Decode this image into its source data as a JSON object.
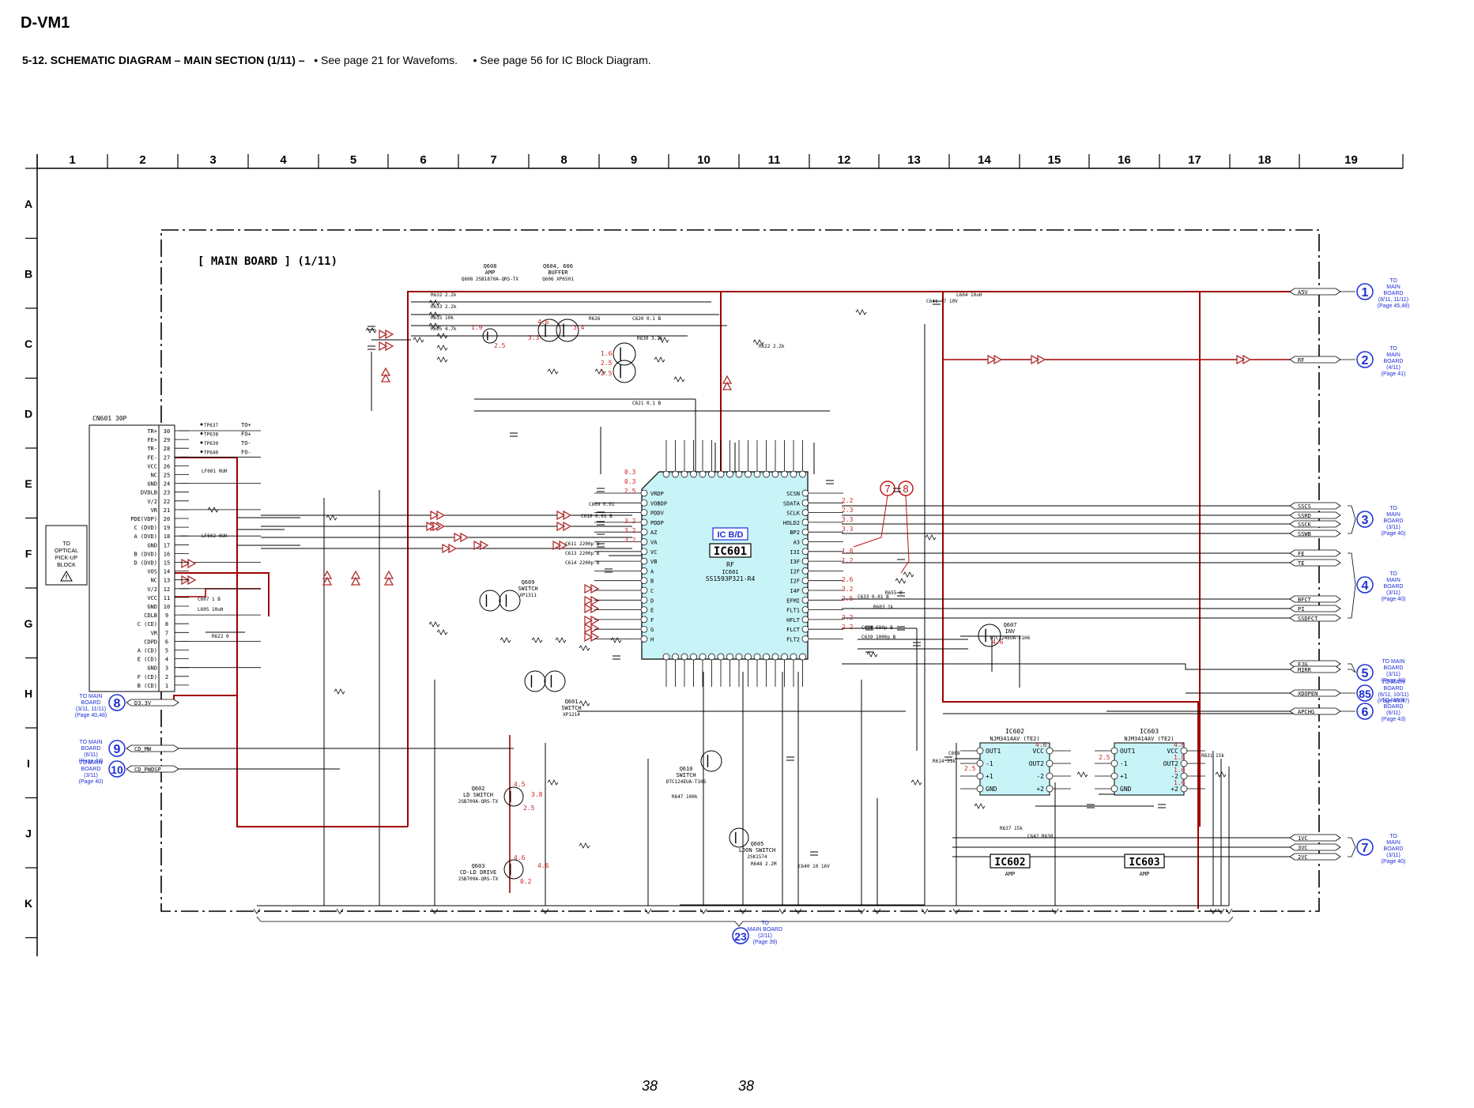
{
  "model": "D-VM1",
  "section_title": "5-12. SCHEMATIC DIAGRAM  – MAIN SECTION (1/11) –",
  "notes": [
    "• See page 21 for Wavefoms.",
    "• See page 56 for IC Block Diagram."
  ],
  "columns": [
    "1",
    "2",
    "3",
    "4",
    "5",
    "6",
    "7",
    "8",
    "9",
    "10",
    "11",
    "12",
    "13",
    "14",
    "15",
    "16",
    "17",
    "18",
    "19"
  ],
  "rows": [
    "A",
    "B",
    "C",
    "D",
    "E",
    "F",
    "G",
    "H",
    "I",
    "J",
    "K"
  ],
  "board_label": "[ MAIN BOARD ] (1/11)",
  "cn601": {
    "label": "CN601 30P",
    "pins": [
      {
        "n": "30",
        "name": "TR+"
      },
      {
        "n": "29",
        "name": "FE+"
      },
      {
        "n": "28",
        "name": "TR-"
      },
      {
        "n": "27",
        "name": "FE-"
      },
      {
        "n": "26",
        "name": "VCC"
      },
      {
        "n": "25",
        "name": "NC"
      },
      {
        "n": "24",
        "name": "GND"
      },
      {
        "n": "23",
        "name": "DVDLB"
      },
      {
        "n": "22",
        "name": "V/2"
      },
      {
        "n": "21",
        "name": "VR"
      },
      {
        "n": "20",
        "name": "PDE(VDP)"
      },
      {
        "n": "19",
        "name": "C (DVD)"
      },
      {
        "n": "18",
        "name": "A (DVD)"
      },
      {
        "n": "17",
        "name": "GND"
      },
      {
        "n": "16",
        "name": "B (DVD)"
      },
      {
        "n": "15",
        "name": "D (DVD)"
      },
      {
        "n": "14",
        "name": "VOS"
      },
      {
        "n": "13",
        "name": "NC"
      },
      {
        "n": "12",
        "name": "V/2"
      },
      {
        "n": "11",
        "name": "VCC"
      },
      {
        "n": "10",
        "name": "GND"
      },
      {
        "n": "9",
        "name": "CDLB"
      },
      {
        "n": "8",
        "name": "C (CD)"
      },
      {
        "n": "7",
        "name": "VR"
      },
      {
        "n": "6",
        "name": "CDPD"
      },
      {
        "n": "5",
        "name": "A (CD)"
      },
      {
        "n": "4",
        "name": "E (CD)"
      },
      {
        "n": "3",
        "name": "GND"
      },
      {
        "n": "2",
        "name": "F (CD)"
      },
      {
        "n": "1",
        "name": "B (CD)"
      }
    ]
  },
  "pickup_box": [
    "TO",
    "OPTICAL",
    "PICK-UP",
    "BLOCK"
  ],
  "tp_labels": [
    [
      "TP637",
      "TO+"
    ],
    [
      "TP638",
      "FO+"
    ],
    [
      "TP639",
      "TO-"
    ],
    [
      "TP640",
      "FO-"
    ]
  ],
  "ic601": {
    "tag": "IC B/D",
    "name": "IC601",
    "function": "RF",
    "part_ref": "IC601",
    "part": "SS1593P321-R4",
    "pins_left": [
      "VRDP",
      "VOBDP",
      "PDDV",
      "PDDP",
      "AZ",
      "VA",
      "VC",
      "VB",
      "A",
      "B",
      "C",
      "D",
      "E",
      "F",
      "G",
      "H"
    ],
    "pins_right": [
      "SCSN",
      "SDATA",
      "SCLK",
      "HOLD2",
      "BP2",
      "A3",
      "I3I",
      "I3F",
      "I2F",
      "I2F",
      "I4F",
      "EFMI",
      "FLT1",
      "HFLT",
      "FLCT",
      "FLT2"
    ]
  },
  "ic602": {
    "name": "IC602",
    "part": "NJM3414AV (TE2)",
    "function": "AMP",
    "pins_left": [
      "OUT1",
      "-1",
      "+1",
      "GND"
    ],
    "pins_right": [
      "VCC",
      "OUT2",
      "-2",
      "+2"
    ]
  },
  "ic603": {
    "name": "IC603",
    "part": "NJM3414AV (TE2)",
    "function": "AMP",
    "pins_left": [
      "OUT1",
      "-1",
      "+1",
      "GND"
    ],
    "pins_right": [
      "VCC",
      "OUT2",
      "-2",
      "+2"
    ]
  },
  "transistors": [
    {
      "ref": "Q608",
      "desc": "AMP",
      "part": "Q608 2SB1870A-QRS-TX"
    },
    {
      "ref": "Q604, 606",
      "desc": "BUFFER",
      "part": "Q606 XP6501"
    },
    {
      "ref": "Q609",
      "desc": "SWITCH",
      "part": "XP1311"
    },
    {
      "ref": "Q601",
      "desc": "SWITCH",
      "part": "XP1214"
    },
    {
      "ref": "Q602",
      "desc": "LD SWITCH",
      "part": "2SB709A-QRS-TX"
    },
    {
      "ref": "Q603",
      "desc": "CD-LD DRIVE",
      "part": "2SB709A-QRS-TX"
    },
    {
      "ref": "Q610",
      "desc": "SWITCH",
      "part": "DTC124EUA-T106"
    },
    {
      "ref": "Q605",
      "desc": "LDON SWITCH",
      "part": "2SK1574"
    },
    {
      "ref": "Q607",
      "desc": "INV",
      "part": "DTC124EUA-T106"
    }
  ],
  "connectors_right": [
    {
      "num": "1",
      "signal": "A5V",
      "text": [
        "TO",
        "MAIN",
        "BOARD",
        "(8/11, 11/11)",
        "(Page 45,48)"
      ]
    },
    {
      "num": "2",
      "signal": "RF",
      "text": [
        "TO",
        "MAIN",
        "BOARD",
        "(4/11)",
        "(Page 41)"
      ]
    },
    {
      "num": "3",
      "signals": [
        "SSCS",
        "SSRD",
        "SSCK",
        "SSWB"
      ],
      "text": [
        "TO",
        "MAIN",
        "BOARD",
        "(3/11)",
        "(Page 40)"
      ]
    },
    {
      "num": "4",
      "signals": [
        "FE",
        "TE",
        "BFCT",
        "PI",
        "SSDFCT"
      ],
      "text": [
        "TO",
        "MAIN",
        "BOARD",
        "(3/11)",
        "(Page 40)"
      ]
    },
    {
      "num": "5",
      "signals": [
        "FJG",
        "MIRR"
      ],
      "text": [
        "TO MAIN",
        "BOARD",
        "(3/11)",
        "(Page 40)"
      ]
    },
    {
      "num": "85",
      "signal": "XDOPEN",
      "text": [
        "TO MAIN",
        "BOARD",
        "(6/11, 10/11)",
        "(Page 43,47)"
      ]
    },
    {
      "num": "6",
      "signal": "APCHG",
      "text": [
        "TO MAIN",
        "BOARD",
        "(6/11)",
        "(Page 43)"
      ]
    },
    {
      "num": "7",
      "signals": [
        "1VC",
        "3VC",
        "2VC"
      ],
      "text": [
        "TO",
        "MAIN",
        "BOARD",
        "(3/11)",
        "(Page 40)"
      ]
    }
  ],
  "connectors_left": [
    {
      "num": "8",
      "signal": "D3.3V",
      "text": [
        "TO MAIN",
        "BOARD",
        "(3/11, 11/11)",
        "(Page 40,48)"
      ]
    },
    {
      "num": "9",
      "signal": "CD_MW",
      "text": [
        "TO MAIN",
        "BOARD",
        "(6/11)",
        "(Page 43)"
      ]
    },
    {
      "num": "10",
      "signal": "CD_PWDSP",
      "text": [
        "TO MAIN",
        "BOARD",
        "(3/11)",
        "(Page 40)"
      ]
    }
  ],
  "connector_bottom": {
    "num": "23",
    "text": [
      "TO",
      "MAIN BOARD",
      "(2/11)",
      "(Page 39)"
    ]
  },
  "waveform_markers": [
    "7",
    "8"
  ],
  "page_numbers": [
    "38",
    "38"
  ],
  "colors": {
    "wire": "#000000",
    "supply": "#a00000",
    "signal_arrow": "#b03030",
    "ic_fill": "#c8f4f8",
    "connector": "#1e2fd6"
  }
}
